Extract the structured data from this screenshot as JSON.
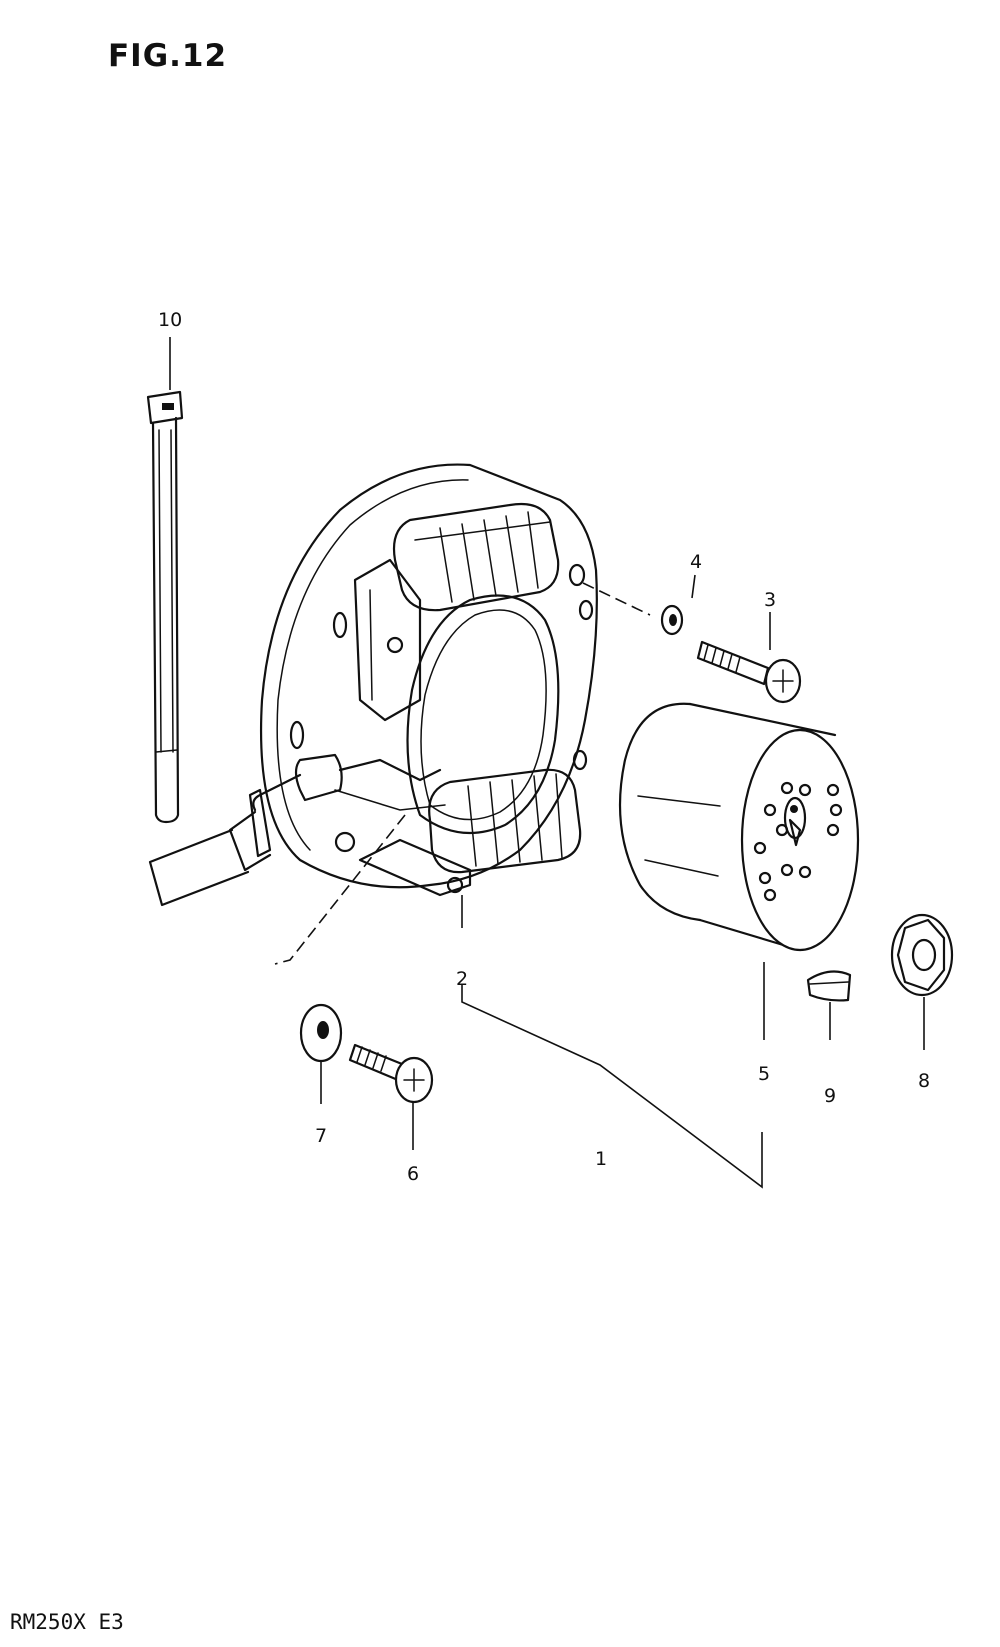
{
  "figure": {
    "title": "FIG.12",
    "footer": "RM250X E3"
  },
  "callouts": [
    {
      "id": "1",
      "label": "1"
    },
    {
      "id": "2",
      "label": "2"
    },
    {
      "id": "3",
      "label": "3"
    },
    {
      "id": "4",
      "label": "4"
    },
    {
      "id": "5",
      "label": "5"
    },
    {
      "id": "6",
      "label": "6"
    },
    {
      "id": "7",
      "label": "7"
    },
    {
      "id": "8",
      "label": "8"
    },
    {
      "id": "9",
      "label": "9"
    },
    {
      "id": "10",
      "label": "10"
    }
  ],
  "parts": [
    {
      "ref": "1",
      "icon": "magneto-assembly-icon"
    },
    {
      "ref": "2",
      "icon": "stator-plate-icon"
    },
    {
      "ref": "3",
      "icon": "screw-icon"
    },
    {
      "ref": "4",
      "icon": "washer-icon"
    },
    {
      "ref": "5",
      "icon": "rotor-flywheel-icon"
    },
    {
      "ref": "6",
      "icon": "screw-icon"
    },
    {
      "ref": "7",
      "icon": "washer-icon"
    },
    {
      "ref": "8",
      "icon": "flange-nut-icon"
    },
    {
      "ref": "9",
      "icon": "woodruff-key-icon"
    },
    {
      "ref": "10",
      "icon": "cable-tie-icon"
    }
  ]
}
